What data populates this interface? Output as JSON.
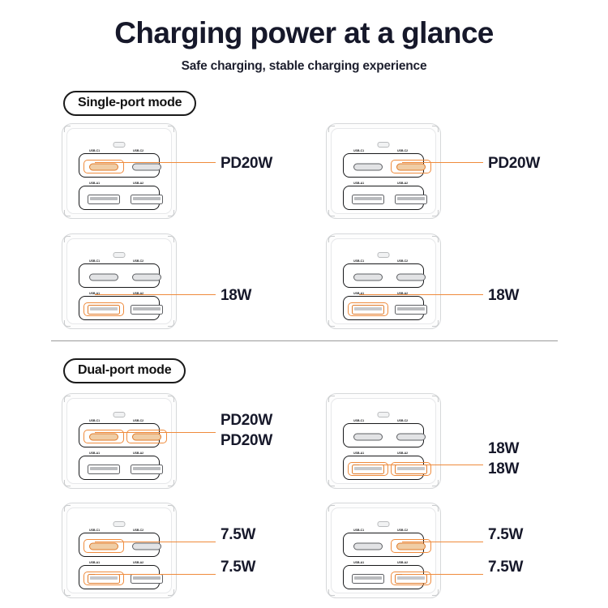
{
  "header": {
    "title": "Charging power at a glance",
    "subtitle": "Safe charging, stable charging experience"
  },
  "sections": {
    "single": {
      "label": "Single-port mode"
    },
    "dual": {
      "label": "Dual-port mode"
    }
  },
  "ports": {
    "c1": "USB-C1",
    "c2": "USB-C2",
    "a1": "USB-A1",
    "a2": "USB-A2"
  },
  "colors": {
    "accent": "#ef8b3c",
    "accent_fill": "#f0cda5",
    "text": "#16182a",
    "divider": "#9a9a9a",
    "port_body": "#e2e3e5"
  },
  "diagrams": [
    {
      "id": "single-1",
      "mode": "single",
      "active_ports": [
        "c1"
      ],
      "outputs": [
        "PD20W"
      ]
    },
    {
      "id": "single-2",
      "mode": "single",
      "active_ports": [
        "c2"
      ],
      "outputs": [
        "PD20W"
      ]
    },
    {
      "id": "single-3",
      "mode": "single",
      "active_ports": [
        "a1"
      ],
      "outputs": [
        "18W"
      ]
    },
    {
      "id": "single-4",
      "mode": "single",
      "active_ports": [
        "a1"
      ],
      "outputs": [
        "18W"
      ]
    },
    {
      "id": "dual-1",
      "mode": "dual",
      "active_ports": [
        "c1",
        "c2"
      ],
      "outputs": [
        "PD20W",
        "PD20W"
      ]
    },
    {
      "id": "dual-2",
      "mode": "dual",
      "active_ports": [
        "a1",
        "a2"
      ],
      "outputs": [
        "18W",
        "18W"
      ]
    },
    {
      "id": "dual-3",
      "mode": "dual",
      "active_ports": [
        "c1",
        "a1"
      ],
      "outputs": [
        "7.5W",
        "7.5W"
      ]
    },
    {
      "id": "dual-4",
      "mode": "dual",
      "active_ports": [
        "c2",
        "a2"
      ],
      "outputs": [
        "7.5W",
        "7.5W"
      ]
    }
  ],
  "labels": {
    "d1_out1": "PD20W",
    "d2_out1": "PD20W",
    "d3_out1": "18W",
    "d4_out1": "18W",
    "d5_out1": "PD20W",
    "d5_out2": "PD20W",
    "d6_out1": "18W",
    "d6_out2": "18W",
    "d7_out1": "7.5W",
    "d7_out2": "7.5W",
    "d8_out1": "7.5W",
    "d8_out2": "7.5W"
  }
}
